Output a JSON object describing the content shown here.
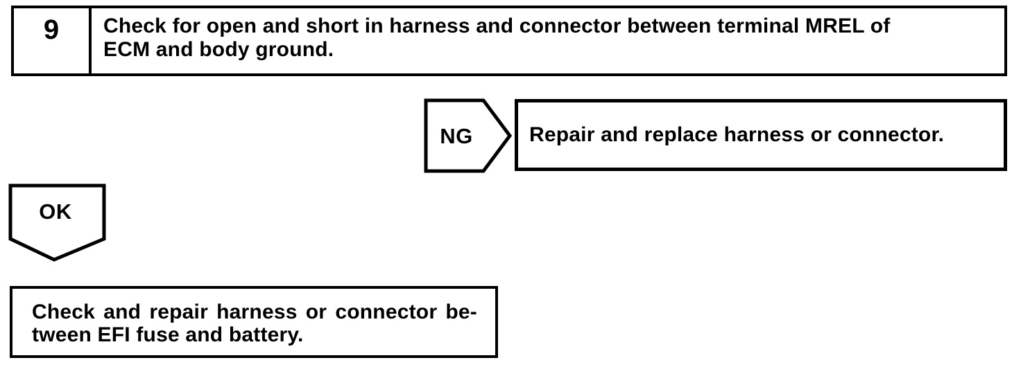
{
  "page": {
    "background": "#ffffff",
    "ink": "#000000"
  },
  "flowchart": {
    "step": {
      "number": "9",
      "instruction_lines": [
        "Check for open and short in harness and connector between terminal MREL of",
        "ECM and body ground."
      ]
    },
    "ng_branch": {
      "label": "NG",
      "action": "Repair and replace harness or connector."
    },
    "ok_branch": {
      "label": "OK",
      "action_lines": [
        "Check and repair harness or connector be-",
        "tween EFI fuse and battery."
      ]
    }
  }
}
